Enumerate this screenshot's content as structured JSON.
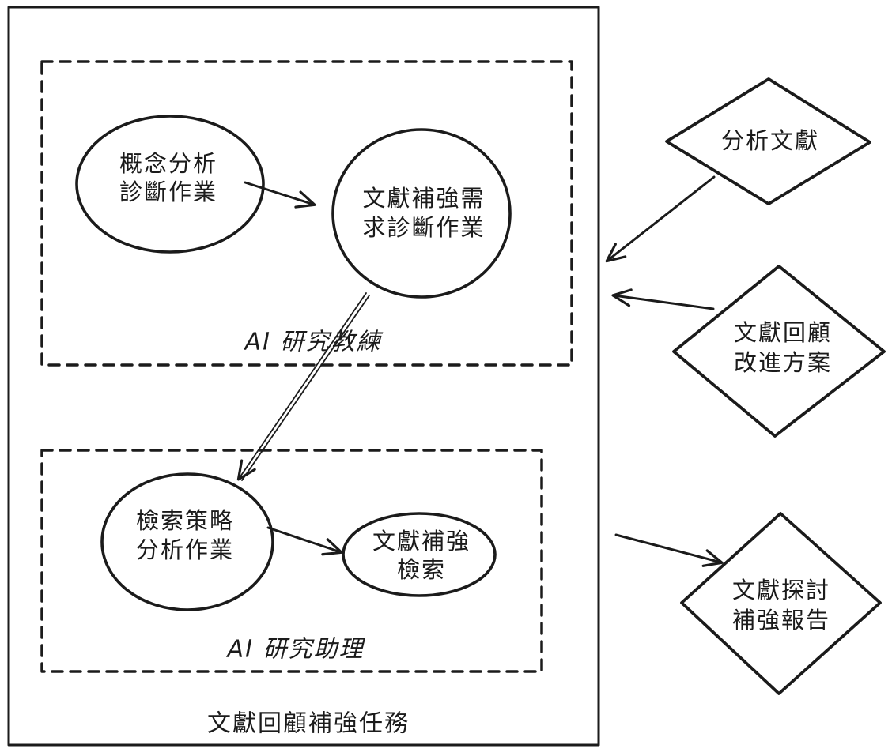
{
  "colors": {
    "ink": "#1b1b1b",
    "background": "#ffffff"
  },
  "outer_box": {
    "label": "文獻回顧補強任務"
  },
  "groups": {
    "coach": {
      "label": "AI 研究教練",
      "nodes": {
        "concept_analysis": {
          "line1": "概念分析",
          "line2": "診斷作業"
        },
        "needs_diagnosis": {
          "line1": "文獻補強需",
          "line2": "求診斷作業"
        }
      }
    },
    "assistant": {
      "label": "AI 研究助理",
      "nodes": {
        "search_strategy": {
          "line1": "檢索策略",
          "line2": "分析作業"
        },
        "literature_search": {
          "line1": "文獻補強",
          "line2": "檢索"
        }
      }
    }
  },
  "artifacts": {
    "analyze_literature": {
      "line1": "分析文獻"
    },
    "improvement_plan": {
      "line1": "文獻回顧",
      "line2": "改進方案"
    },
    "enhancement_report": {
      "line1": "文獻探討",
      "line2": "補強報告"
    }
  },
  "edges": [
    {
      "from": "concept_analysis",
      "to": "needs_diagnosis"
    },
    {
      "from": "needs_diagnosis",
      "to": "search_strategy"
    },
    {
      "from": "search_strategy",
      "to": "literature_search"
    },
    {
      "from": "analyze_literature",
      "to": "outer_box"
    },
    {
      "from": "improvement_plan",
      "to": "outer_box"
    },
    {
      "from": "outer_box",
      "to": "enhancement_report"
    }
  ]
}
